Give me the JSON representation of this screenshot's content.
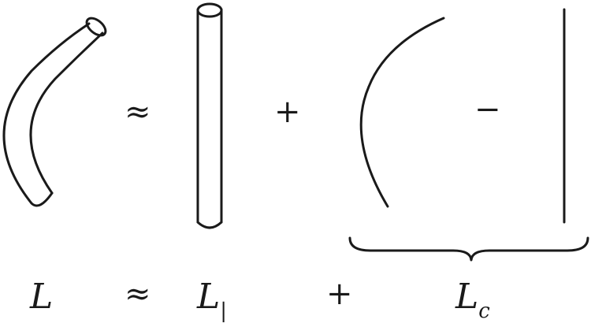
{
  "figure": {
    "row_operators": {
      "approx": "≈",
      "plus": "+",
      "minus": "−"
    },
    "equation": {
      "lhs": "L",
      "approx": "≈",
      "term1_base": "L",
      "term1_sub": "|",
      "plus": "+",
      "term2_base": "L",
      "term2_sub": "c"
    }
  }
}
